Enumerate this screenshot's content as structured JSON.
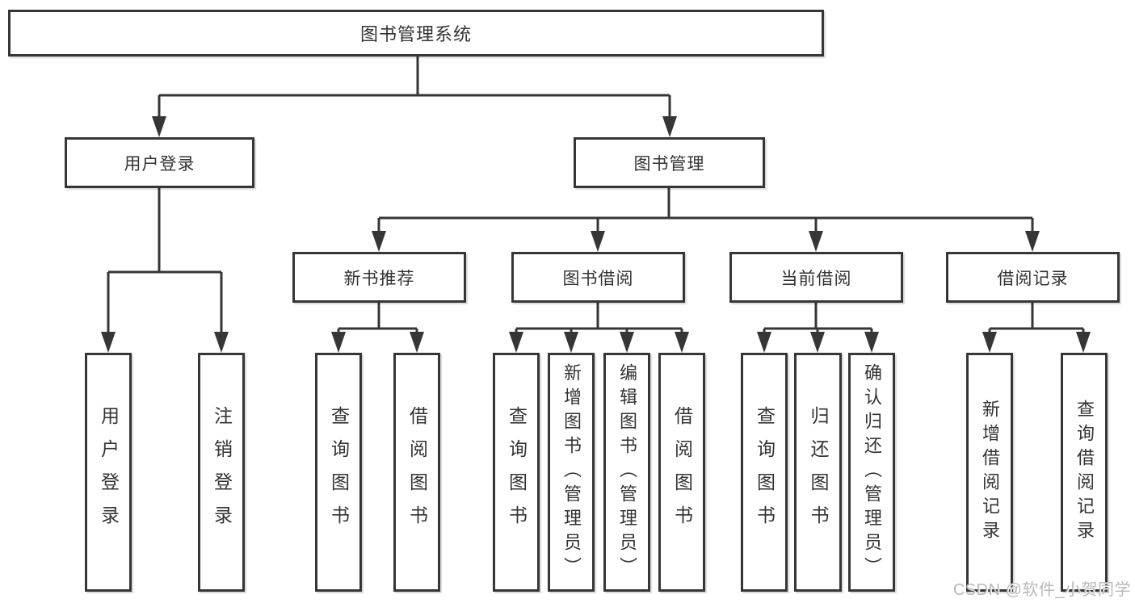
{
  "diagram_title": "图书管理系统",
  "tree": {
    "label": "图书管理系统",
    "children": [
      {
        "label": "用户登录",
        "children": [
          {
            "label": "用户登录"
          },
          {
            "label": "注销登录"
          }
        ]
      },
      {
        "label": "图书管理",
        "children": [
          {
            "label": "新书推荐",
            "children": [
              {
                "label": "查询图书"
              },
              {
                "label": "借阅图书"
              }
            ]
          },
          {
            "label": "图书借阅",
            "children": [
              {
                "label": "查询图书"
              },
              {
                "label": "新增图书（管理员）"
              },
              {
                "label": "编辑图书（管理员）"
              },
              {
                "label": "借阅图书"
              }
            ]
          },
          {
            "label": "当前借阅",
            "children": [
              {
                "label": "查询图书"
              },
              {
                "label": "归还图书"
              },
              {
                "label": "确认归还（管理员）"
              }
            ]
          },
          {
            "label": "借阅记录",
            "children": [
              {
                "label": "新增借阅记录"
              },
              {
                "label": "查询借阅记录"
              }
            ]
          }
        ]
      }
    ]
  },
  "watermark": "CSDN @软件_小贺同学",
  "colors": {
    "line": "#363636",
    "box_border": "#363636",
    "box_fill": "#ffffff",
    "text": "#333333",
    "watermark": "#b9b9b9",
    "background": "#ffffff"
  }
}
